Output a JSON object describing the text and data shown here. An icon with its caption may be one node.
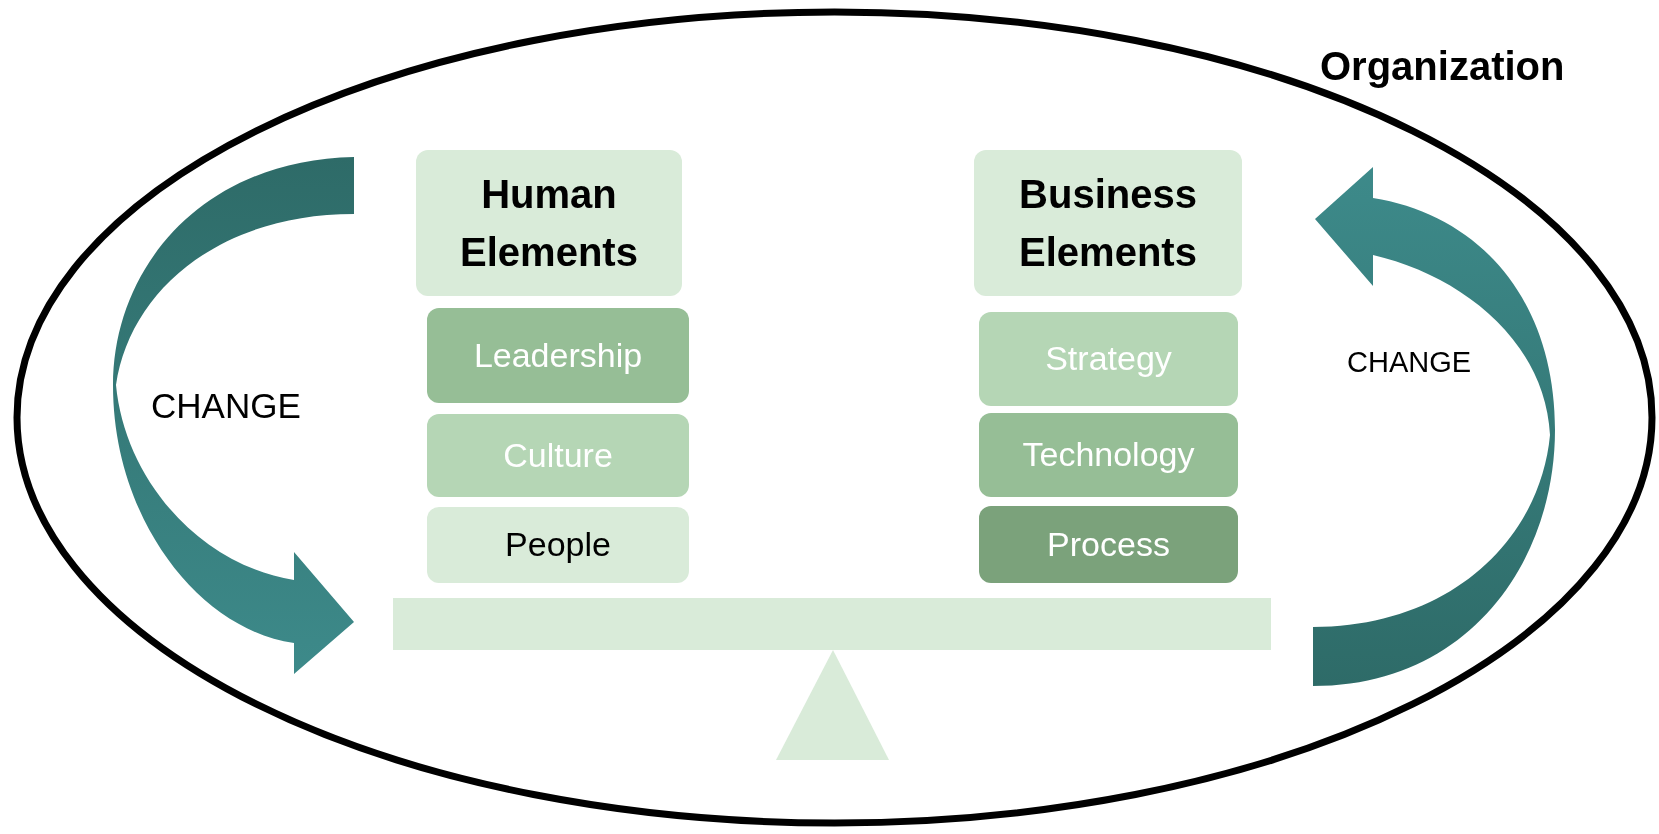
{
  "diagram": {
    "nodes": [
      {
        "text": [
          "Organization"
        ]
      },
      {
        "text": [
          "Human Elements"
        ],
        "in": 0
      },
      {
        "text": [
          "Leadership"
        ],
        "in": 0
      },
      {
        "text": [
          "Culture"
        ],
        "in": 0
      },
      {
        "text": [
          "People"
        ],
        "in": 0
      },
      {
        "text": [
          "Business Elements"
        ],
        "in": 0
      },
      {
        "text": [
          "Strategy"
        ],
        "in": 0
      },
      {
        "text": [
          "Technology"
        ],
        "in": 0
      },
      {
        "text": [
          "Process"
        ],
        "in": 0
      }
    ],
    "labels": [
      "CHANGE",
      "CHANGE"
    ]
  }
}
